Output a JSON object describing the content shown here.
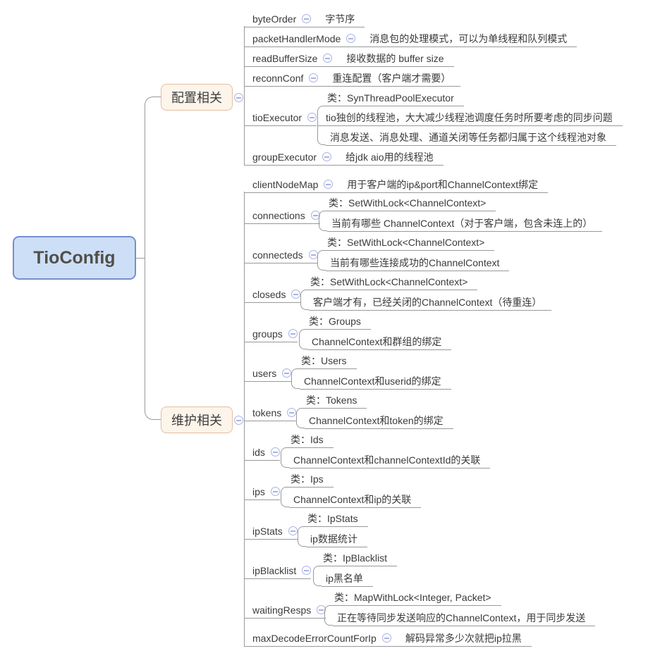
{
  "root": {
    "label": "TioConfig"
  },
  "branches": [
    {
      "label": "配置相关",
      "items": [
        {
          "label": "byteOrder",
          "desc": "字节序"
        },
        {
          "label": "packetHandlerMode",
          "desc": "消息包的处理模式，可以为单线程和队列模式"
        },
        {
          "label": "readBufferSize",
          "desc": "接收数据的 buffer size"
        },
        {
          "label": "reconnConf",
          "desc": "重连配置（客户端才需要）"
        },
        {
          "label": "tioExecutor",
          "type_label": "类：SynThreadPoolExecutor",
          "descs": [
            "tio独创的线程池，大大减少线程池调度任务时所要考虑的同步问题",
            "消息发送、消息处理、通道关闭等任务都归属于这个线程池对象"
          ]
        },
        {
          "label": "groupExecutor",
          "desc": "给jdk aio用的线程池"
        }
      ]
    },
    {
      "label": "维护相关",
      "items": [
        {
          "label": "clientNodeMap",
          "desc": "用于客户端的ip&port和ChannelContext绑定"
        },
        {
          "label": "connections",
          "type_label": "类：SetWithLock<ChannelContext>",
          "desc": "当前有哪些 ChannelContext（对于客户端，包含未连上的）"
        },
        {
          "label": "connecteds",
          "type_label": "类：SetWithLock<ChannelContext>",
          "desc": "当前有哪些连接成功的ChannelContext"
        },
        {
          "label": "closeds",
          "type_label": "类：SetWithLock<ChannelContext>",
          "desc": "客户端才有，已经关闭的ChannelContext（待重连）"
        },
        {
          "label": "groups",
          "type_label": "类：Groups",
          "desc": "ChannelContext和群组的绑定"
        },
        {
          "label": "users",
          "type_label": "类：Users",
          "desc": "ChannelContext和userid的绑定"
        },
        {
          "label": "tokens",
          "type_label": "类：Tokens",
          "desc": "ChannelContext和token的绑定"
        },
        {
          "label": "ids",
          "type_label": "类：Ids",
          "desc": "ChannelContext和channelContextId的关联"
        },
        {
          "label": "ips",
          "type_label": "类：Ips",
          "desc": "ChannelContext和ip的关联"
        },
        {
          "label": "ipStats",
          "type_label": "类：IpStats",
          "desc": "ip数据统计"
        },
        {
          "label": "ipBlacklist",
          "type_label": "类：IpBlacklist",
          "desc": "ip黑名单"
        },
        {
          "label": "waitingResps",
          "type_label": "类：MapWithLock<Integer, Packet>",
          "desc": "正在等待同步发送响应的ChannelContext，用于同步发送"
        },
        {
          "label": "maxDecodeErrorCountForIp",
          "desc": "解码异常多少次就把ip拉黑"
        }
      ]
    }
  ],
  "colors": {
    "root_fill": "#cddff7",
    "root_border": "#7390cf",
    "branch_fill": "#fdf4ea",
    "branch_border": "#e2bfa0",
    "connector_line": "#999999",
    "collapse_icon": "#a9b3e3",
    "text": "#3a3a3a"
  }
}
